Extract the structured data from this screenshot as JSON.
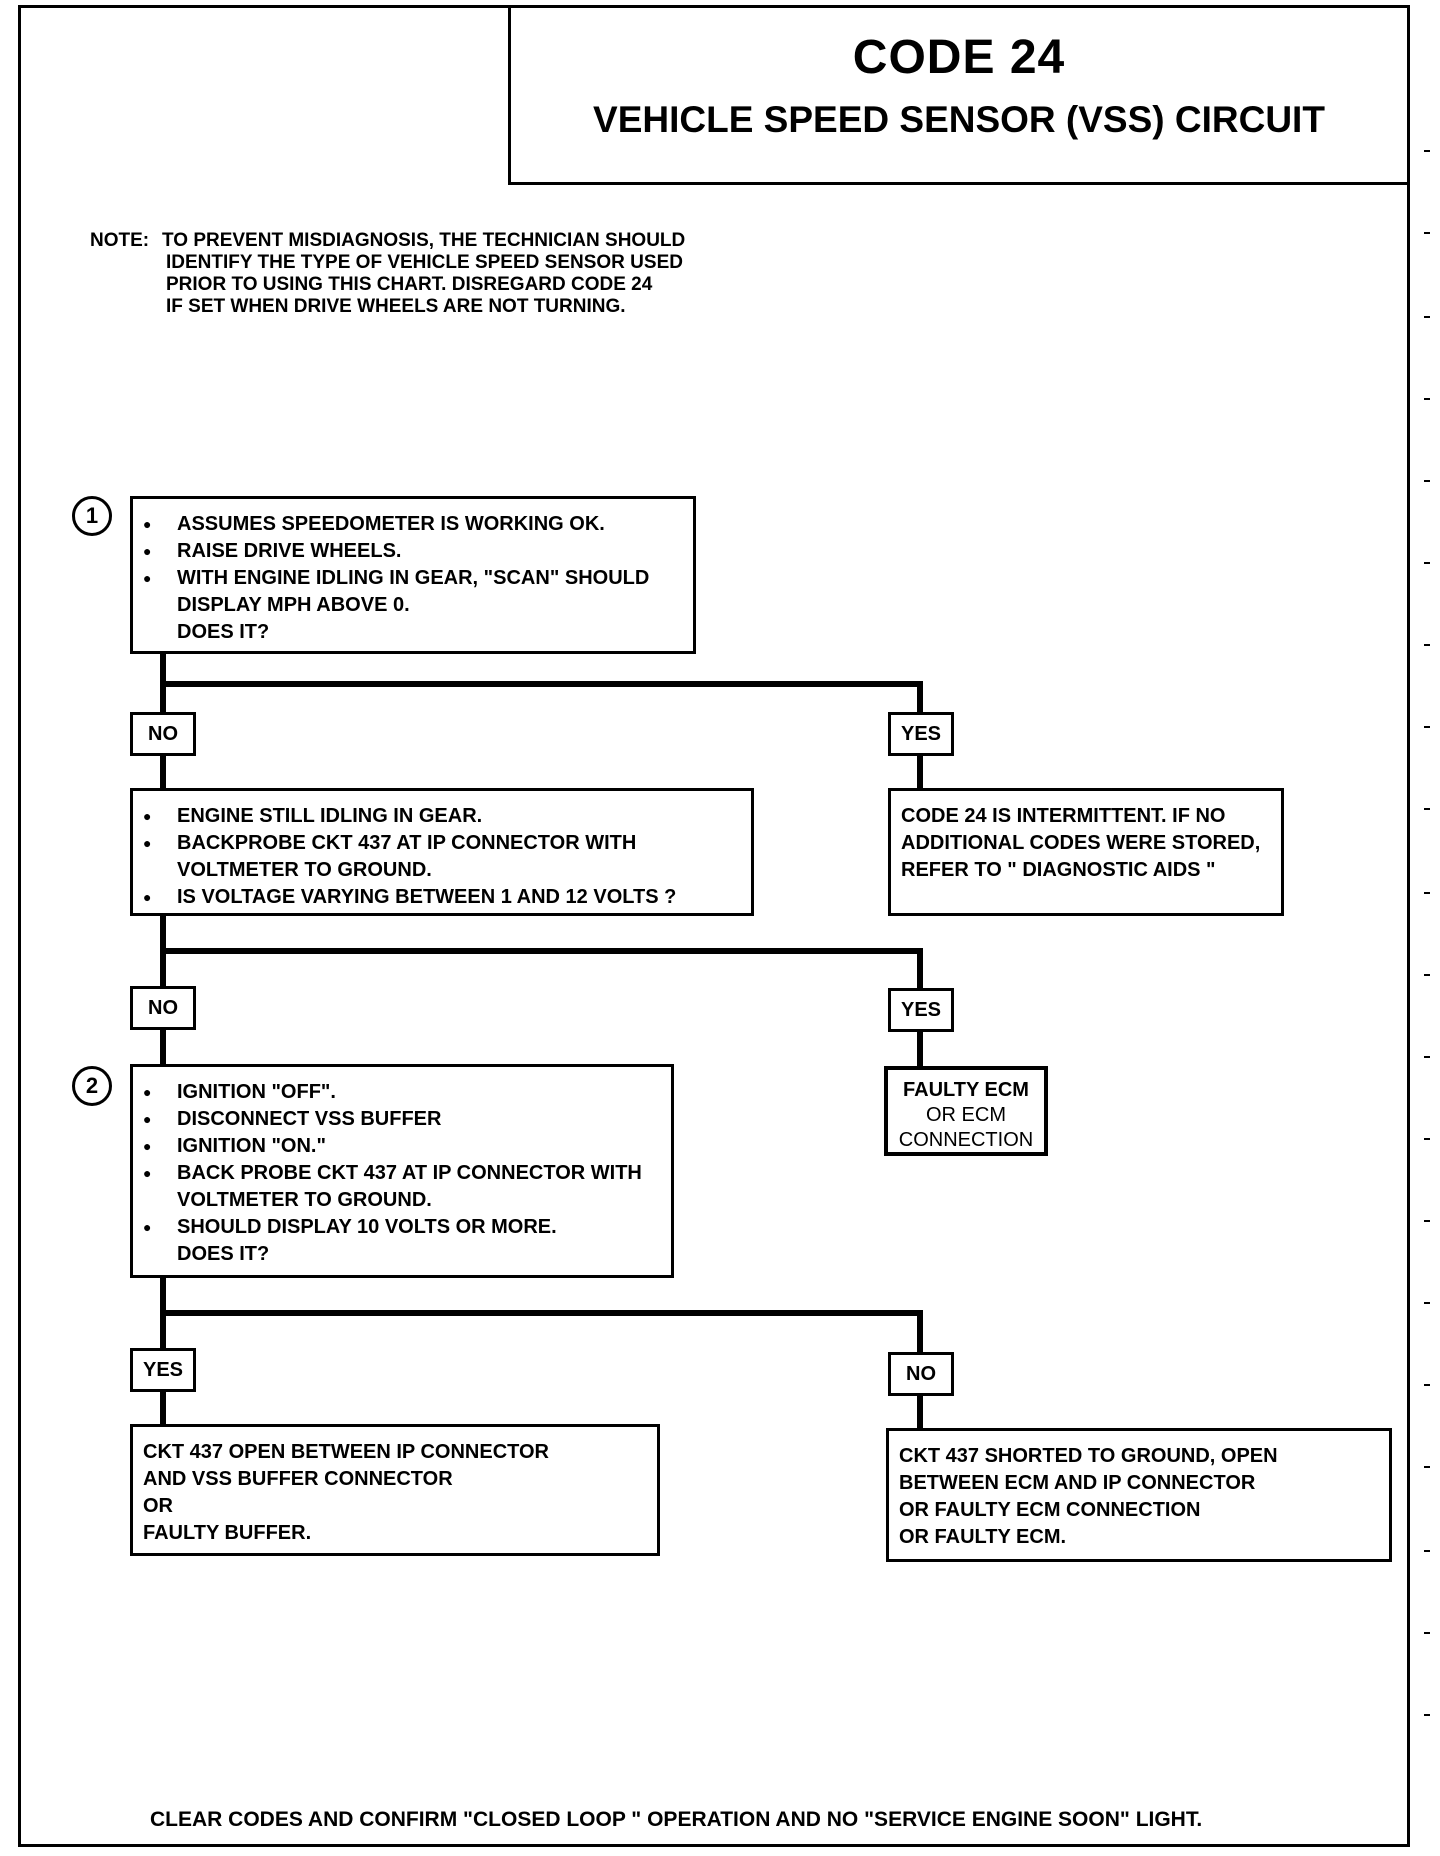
{
  "header": {
    "code": "CODE 24",
    "circuit": "VEHICLE SPEED SENSOR (VSS) CIRCUIT"
  },
  "note": {
    "label": "NOTE:",
    "lines": [
      "TO PREVENT MISDIAGNOSIS, THE TECHNICIAN SHOULD",
      "IDENTIFY THE TYPE OF VEHICLE SPEED SENSOR USED",
      "PRIOR TO USING THIS CHART.  DISREGARD CODE 24",
      "IF SET WHEN DRIVE WHEELS ARE NOT TURNING."
    ]
  },
  "step1": {
    "number": "1",
    "items": [
      "ASSUMES SPEEDOMETER IS WORKING OK.",
      "RAISE DRIVE WHEELS.",
      "WITH ENGINE IDLING IN GEAR, \"SCAN\" SHOULD"
    ],
    "continuation": [
      "DISPLAY MPH ABOVE  0.",
      "DOES IT?"
    ]
  },
  "branch1": {
    "no": "NO",
    "yes": "YES",
    "yes_result": [
      "CODE 24 IS INTERMITTENT.  IF NO",
      "ADDITIONAL CODES WERE STORED,",
      "REFER TO  \" DIAGNOSTIC  AIDS \""
    ]
  },
  "check_voltage": {
    "items": [
      "ENGINE STILL IDLING IN GEAR.",
      "BACKPROBE CKT 437 AT IP CONNECTOR WITH",
      "IS VOLTAGE VARYING BETWEEN 1 AND 12  VOLTS ?"
    ],
    "continuation": "VOLTMETER TO GROUND."
  },
  "branch2": {
    "no": "NO",
    "yes": "YES",
    "yes_result": [
      "FAULTY ECM",
      "OR ECM",
      "CONNECTION"
    ]
  },
  "step2": {
    "number": "2",
    "items": [
      "IGNITION \"OFF\".",
      "DISCONNECT VSS BUFFER",
      "IGNITION \"ON.\"",
      "BACK PROBE CKT 437 AT IP CONNECTOR WITH",
      "SHOULD DISPLAY 10 VOLTS OR MORE."
    ],
    "continuation_a": "VOLTMETER TO GROUND.",
    "continuation_b": "DOES IT?"
  },
  "branch3": {
    "yes": "YES",
    "no": "NO",
    "yes_result": [
      "CKT 437 OPEN BETWEEN IP  CONNECTOR",
      "AND VSS BUFFER CONNECTOR",
      "OR",
      "FAULTY BUFFER."
    ],
    "no_result": [
      "CKT 437 SHORTED TO GROUND, OPEN",
      "BETWEEN ECM AND IP  CONNECTOR",
      "OR  FAULTY ECM CONNECTION",
      "OR  FAULTY ECM."
    ]
  },
  "footer": "CLEAR CODES AND CONFIRM \"CLOSED LOOP \" OPERATION AND NO \"SERVICE ENGINE SOON\" LIGHT."
}
